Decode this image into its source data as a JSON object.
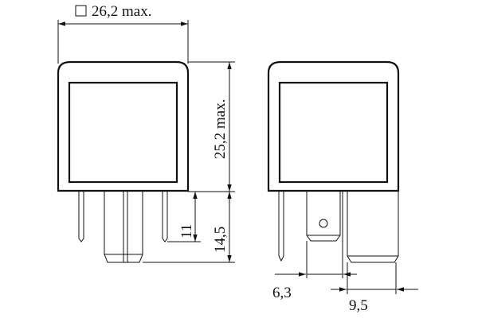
{
  "drawing": {
    "subject": "relay outline dimensions",
    "units": "mm",
    "dimensions": {
      "width": {
        "symbol": "□",
        "label": "26,2 max."
      },
      "height": {
        "label": "25,2 max."
      },
      "pin_length_short": {
        "label": "11"
      },
      "pin_length_long": {
        "label": "14,5"
      },
      "tab_width_small": {
        "label": "6,3"
      },
      "tab_width_large": {
        "label": "9,5"
      }
    },
    "views": [
      "front-view",
      "side-view"
    ]
  }
}
